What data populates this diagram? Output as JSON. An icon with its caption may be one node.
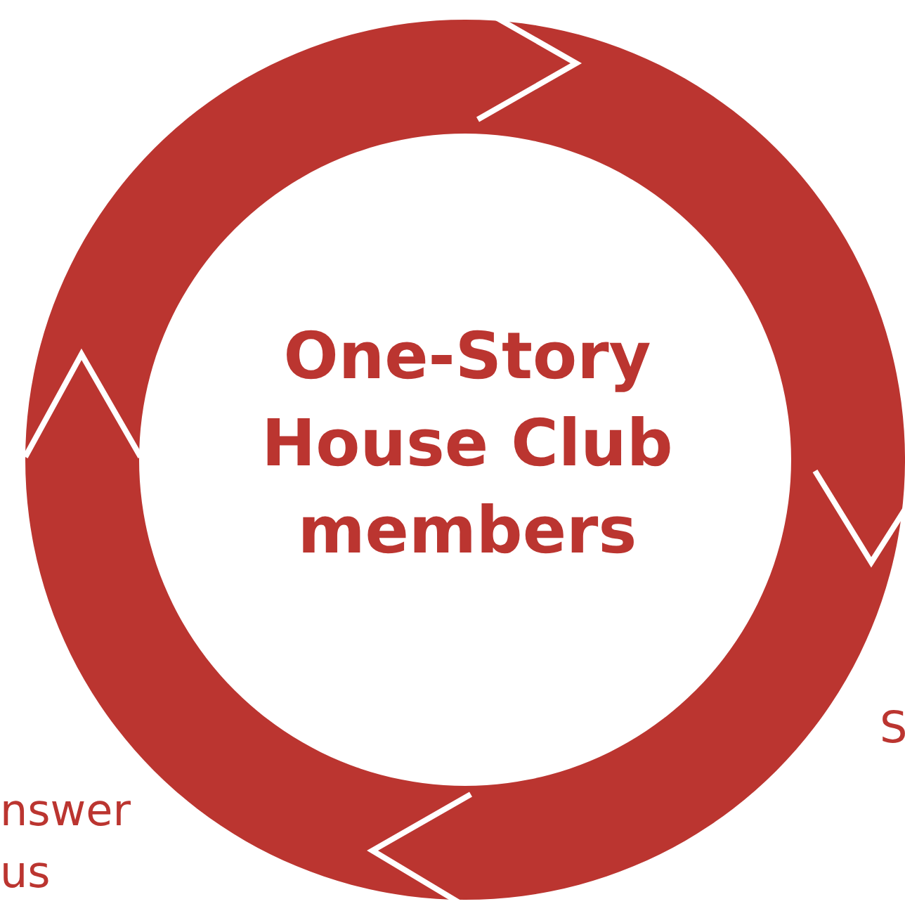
{
  "diagram": {
    "nodes": [
      {
        "text": [
          "One-Story House Club members"
        ]
      }
    ],
    "labels": [
      "S",
      "nswer us"
    ]
  }
}
